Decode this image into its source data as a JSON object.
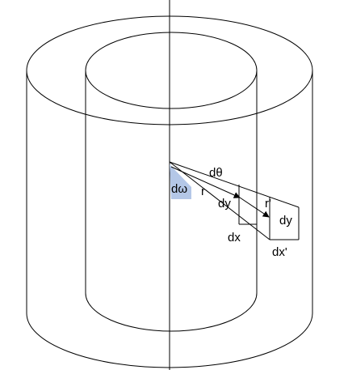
{
  "colors": {
    "stroke": "#000000",
    "solid_angle_fill": "#b4c7e7",
    "background": "#ffffff"
  },
  "labels": {
    "d_theta": "dθ",
    "d_omega": "dω",
    "r": "r",
    "r_prime": "r'",
    "dy_inner": "dy",
    "dy_outer": "dy",
    "dx": "dx",
    "dx_prime": "dx'"
  }
}
